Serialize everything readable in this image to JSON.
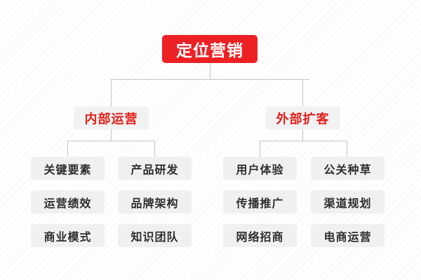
{
  "diagram": {
    "type": "org-tree",
    "root": {
      "label": "定位营销"
    },
    "branches": [
      {
        "label": "内部运营"
      },
      {
        "label": "外部扩客"
      }
    ],
    "leaves": {
      "rows": [
        [
          "关键要素",
          "产品研发",
          "用户体验",
          "公关种草"
        ],
        [
          "运营绩效",
          "品牌架构",
          "传播推广",
          "渠道规划"
        ],
        [
          "商业模式",
          "知识团队",
          "网络招商",
          "电商运营"
        ]
      ]
    },
    "colors": {
      "root_bg": "#ED2024",
      "root_text": "#FFFFFF",
      "branch_bg": "#F2F2F2",
      "branch_text": "#E0201B",
      "leaf_bg": "#F0F0F0",
      "leaf_text": "#2E2E2E",
      "connector": "#C4C4C4",
      "page_bg": "#FFFFFF"
    }
  }
}
